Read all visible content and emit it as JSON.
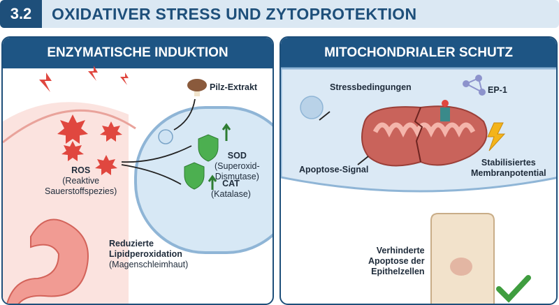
{
  "header": {
    "number": "3.2",
    "title": "OXIDATIVER STRESS UND ZYTOPROTEKTION"
  },
  "left": {
    "title": "ENZYMATISCHE INDUKTION",
    "extract": "Pilz-Extrakt",
    "ros": {
      "name": "ROS",
      "desc1": "(Reaktive",
      "desc2": "Sauerstoffspezies)"
    },
    "sod": {
      "name": "SOD",
      "desc1": "(Superoxid-",
      "desc2": "Dismutase)"
    },
    "cat": {
      "name": "CAT",
      "desc": "(Katalase)"
    },
    "lipid": {
      "line1": "Reduzierte",
      "line2": "Lipidperoxidation",
      "line3": "(Magenschleimhaut)"
    }
  },
  "right": {
    "title": "MITOCHONDRIALER SCHUTZ",
    "stress": "Stressbedingungen",
    "ep1": "EP-1",
    "apoptosis_signal": "Apoptose-Signal",
    "membrane1": "Stabilisiertes",
    "membrane2": "Membranpotential",
    "prevented1": "Verhinderte",
    "prevented2": "Apoptose der",
    "prevented3": "Epithelzellen"
  },
  "colors": {
    "brand": "#1e5584",
    "ros": "#e0473f",
    "shield": "#4caf50",
    "bolt": "#f4b41a"
  }
}
